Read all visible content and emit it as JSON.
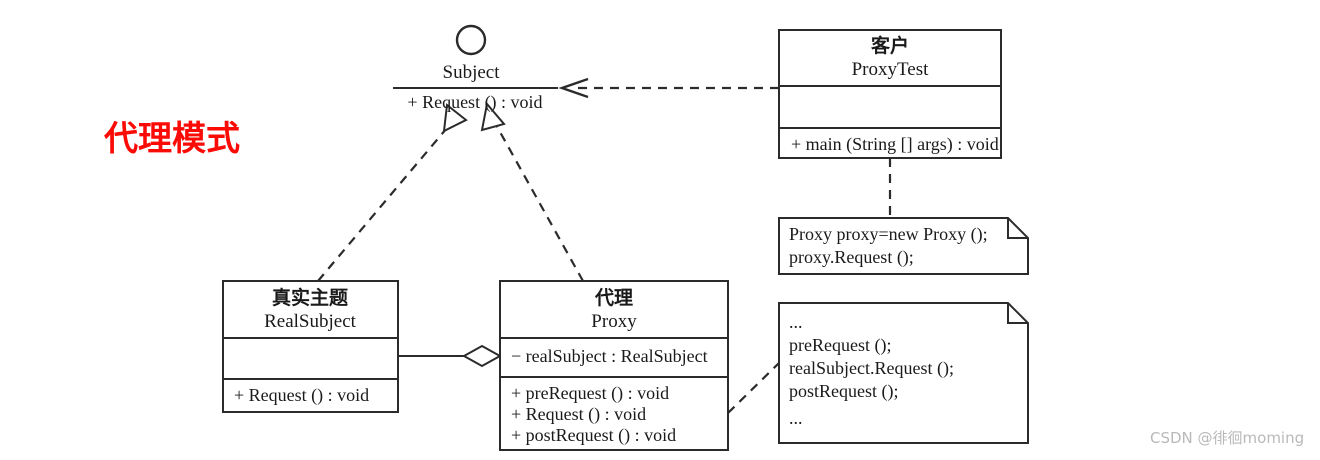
{
  "diagram": {
    "title": "代理模式",
    "title_color": "#fb0b05",
    "watermark": "CSDN @徘徊moming"
  },
  "interface": {
    "name": "Subject",
    "icon": "lollipop-circle-icon",
    "operation": "+ Request () : void"
  },
  "classes": [
    {
      "id": "client",
      "name_cn": "客户",
      "name_en": "ProxyTest",
      "attributes": [],
      "operations": [
        "+ main (String [] args) : void"
      ]
    },
    {
      "id": "realsubject",
      "name_cn": "真实主题",
      "name_en": "RealSubject",
      "attributes": [],
      "operations": [
        "+ Request () : void"
      ]
    },
    {
      "id": "proxy",
      "name_cn": "代理",
      "name_en": "Proxy",
      "attributes": [
        "− realSubject : RealSubject"
      ],
      "operations": [
        "+ preRequest () : void",
        "+ Request () : void",
        "+ postRequest () : void"
      ]
    }
  ],
  "notes": [
    {
      "id": "note-client",
      "lines": [
        "Proxy proxy=new Proxy ();",
        "proxy.Request ();"
      ]
    },
    {
      "id": "note-proxy",
      "lines": [
        "...",
        "preRequest ();",
        "realSubject.Request ();",
        "postRequest ();",
        "..."
      ]
    }
  ],
  "relations": [
    {
      "id": "client-uses-subject",
      "type": "dependency",
      "style": "dashed-open-arrow"
    },
    {
      "id": "realsubject-implements-subject",
      "type": "realization",
      "style": "dashed-hollow-triangle"
    },
    {
      "id": "proxy-implements-subject",
      "type": "realization",
      "style": "dashed-hollow-triangle"
    },
    {
      "id": "proxy-aggregates-realsubject",
      "type": "aggregation",
      "style": "solid-hollow-diamond"
    },
    {
      "id": "client-note-link",
      "type": "note-anchor",
      "style": "dashed"
    },
    {
      "id": "proxy-note-link",
      "type": "note-anchor",
      "style": "dashed"
    }
  ]
}
